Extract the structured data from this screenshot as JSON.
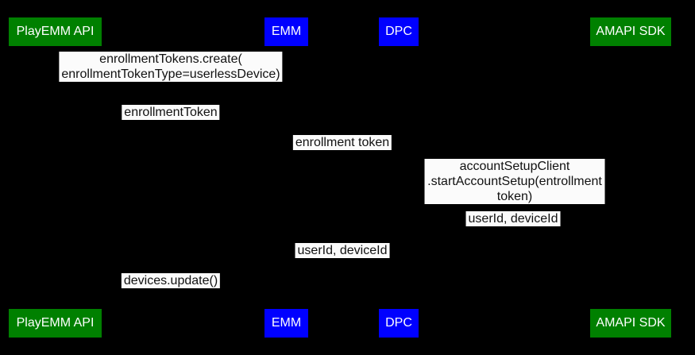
{
  "diagram": {
    "type": "sequence-diagram",
    "background_color": "#000000",
    "message_label_bg": "#fbfbfb",
    "message_text_color": "#111111",
    "actor_text_color": "#ffffff",
    "actors": [
      {
        "label": "PlayEMM API",
        "color": "#008000"
      },
      {
        "label": "EMM",
        "color": "#0000ff"
      },
      {
        "label": "DPC",
        "color": "#0000ff"
      },
      {
        "label": "AMAPI SDK",
        "color": "#008000"
      }
    ],
    "messages": [
      {
        "text": "enrollmentTokens.create(\nenrollmentTokenType=userlessDevice)"
      },
      {
        "text": "enrollmentToken"
      },
      {
        "text": "enrollment token"
      },
      {
        "text": "accountSetupClient\n.startAccountSetup(entrollment token)"
      },
      {
        "text": "userId, deviceId"
      },
      {
        "text": "userId, deviceId"
      },
      {
        "text": "devices.update()"
      }
    ]
  }
}
